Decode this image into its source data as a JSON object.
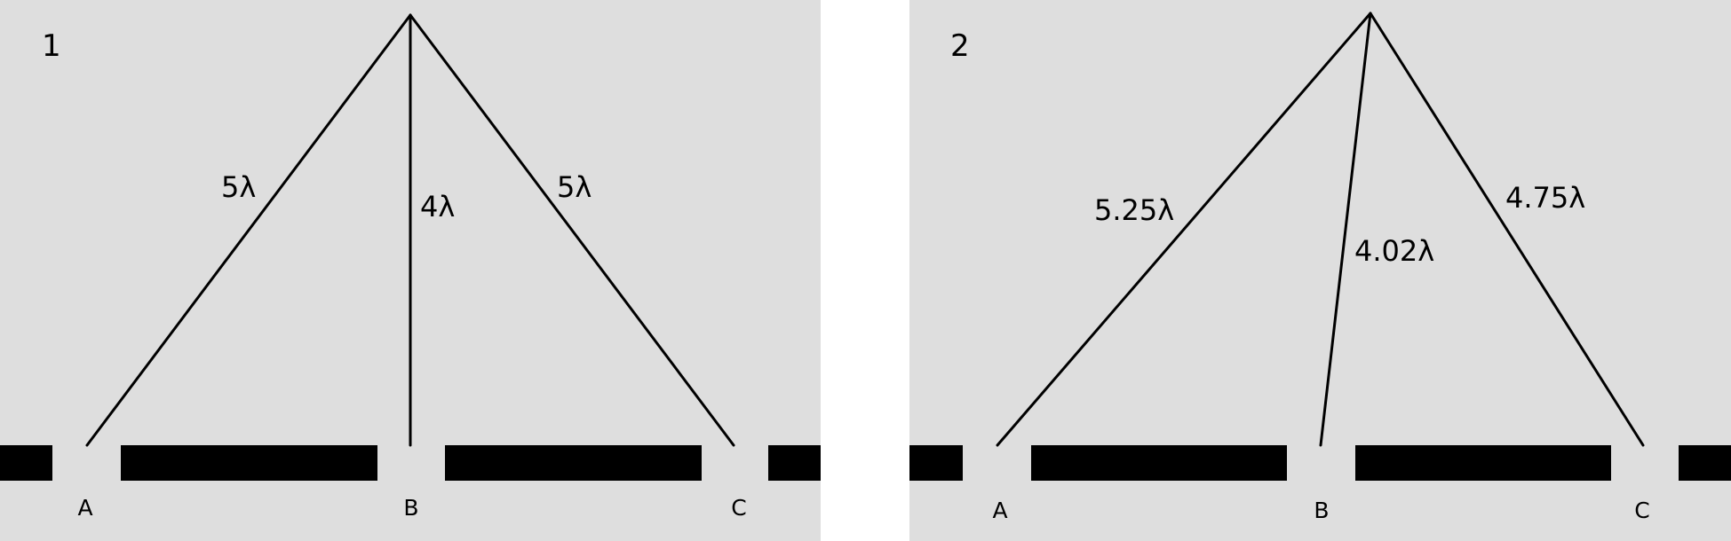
{
  "panels": [
    {
      "number": "1",
      "paths": [
        {
          "label": "5λ",
          "from": "A"
        },
        {
          "label": "4λ",
          "from": "B"
        },
        {
          "label": "5λ",
          "from": "C"
        }
      ],
      "points": [
        "A",
        "B",
        "C"
      ]
    },
    {
      "number": "2",
      "paths": [
        {
          "label": "5.25λ",
          "from": "A"
        },
        {
          "label": "4.02λ",
          "from": "B"
        },
        {
          "label": "4.75λ",
          "from": "C"
        }
      ],
      "points": [
        "A",
        "B",
        "C"
      ]
    }
  ]
}
